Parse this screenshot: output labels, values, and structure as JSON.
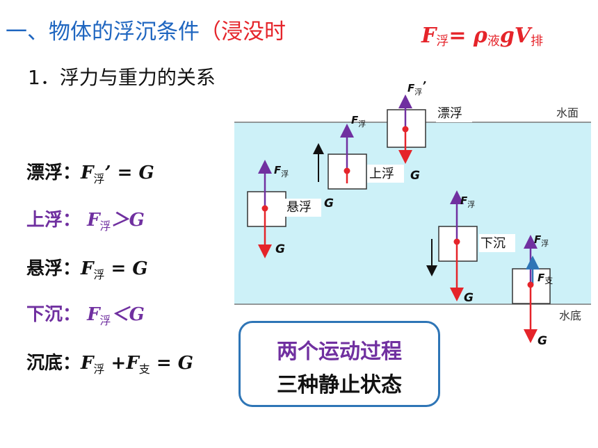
{
  "title": {
    "prefix": "一、物体的浮沉条件",
    "suffix": "（浸没时"
  },
  "formula": {
    "F": "F",
    "F_sub": "浮",
    "eq": "=",
    "rho": "ρ",
    "rho_sub": "液",
    "gV": "gV",
    "V_sub": "排"
  },
  "subheading": "1．浮力与重力的关系",
  "conditions": [
    {
      "label": "漂浮：",
      "F": "F",
      "sub": "浮",
      "rest": "’ = G",
      "color": "#111111"
    },
    {
      "label": "上浮：",
      "F": "F",
      "sub": "浮",
      "rest": "＞G",
      "color": "#7030a0"
    },
    {
      "label": "悬浮：",
      "F": "F",
      "sub": "浮",
      "rest": " = G",
      "color": "#111111"
    },
    {
      "label": "下沉：",
      "F": "F",
      "sub": "浮",
      "rest": "＜G",
      "color": "#7030a0"
    },
    {
      "label": "沉底：",
      "F": "F",
      "sub": "浮",
      "rest_mid": " +F",
      "sub2": "支",
      "rest": " = G",
      "color": "#111111"
    }
  ],
  "diagram": {
    "water_surface": "水面",
    "water_bottom": "水底",
    "labels": {
      "float": "漂浮",
      "rise": "上浮",
      "suspend": "悬浮",
      "sink": "下沉"
    },
    "force_F": "F",
    "force_F_sub": "浮",
    "force_F_prime": "’",
    "force_support_sub": "支",
    "force_G": "G"
  },
  "summary": {
    "line1": "两个运动过程",
    "line2": "三种静止状态"
  },
  "colors": {
    "water": "#cdf1f8",
    "force_up": "#7030a0",
    "force_down": "#e5242a",
    "support": "#2e75b6",
    "title": "#1f66c0"
  }
}
